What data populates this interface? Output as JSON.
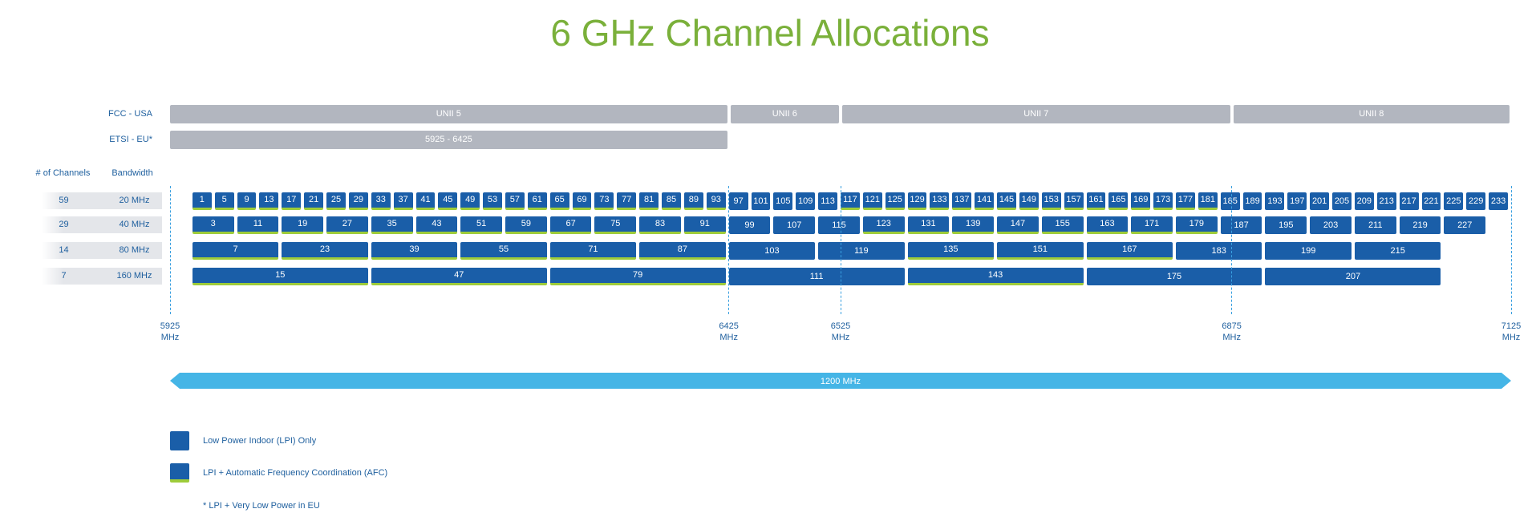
{
  "title": "6 GHz Channel Allocations",
  "row_labels": {
    "fcc": "FCC - USA",
    "etsi": "ETSI - EU*",
    "num_channels": "# of Channels",
    "bandwidth": "Bandwidth"
  },
  "fcc_bands": [
    {
      "label": "UNII 5",
      "start": 5925,
      "end": 6425
    },
    {
      "label": "UNII 6",
      "start": 6425,
      "end": 6525
    },
    {
      "label": "UNII 7",
      "start": 6525,
      "end": 6875
    },
    {
      "label": "UNII 8",
      "start": 6875,
      "end": 7125
    }
  ],
  "etsi_band": {
    "label": "5925 - 6425",
    "start": 5925,
    "end": 6425
  },
  "channel_rows": [
    {
      "count": "59",
      "bandwidth": "20 MHz",
      "width_mhz": 20,
      "channels": [
        1,
        5,
        9,
        13,
        17,
        21,
        25,
        29,
        33,
        37,
        41,
        45,
        49,
        53,
        57,
        61,
        65,
        69,
        73,
        77,
        81,
        85,
        89,
        93,
        97,
        101,
        105,
        109,
        113,
        117,
        121,
        125,
        129,
        133,
        137,
        141,
        145,
        149,
        153,
        157,
        161,
        165,
        169,
        173,
        177,
        181,
        185,
        189,
        193,
        197,
        201,
        205,
        209,
        213,
        217,
        221,
        225,
        229,
        233
      ]
    },
    {
      "count": "29",
      "bandwidth": "40 MHz",
      "width_mhz": 40,
      "channels": [
        3,
        11,
        19,
        27,
        35,
        43,
        51,
        59,
        67,
        75,
        83,
        91,
        99,
        107,
        115,
        123,
        131,
        139,
        147,
        155,
        163,
        171,
        179,
        187,
        195,
        203,
        211,
        219,
        227
      ]
    },
    {
      "count": "14",
      "bandwidth": "80 MHz",
      "width_mhz": 80,
      "channels": [
        7,
        23,
        39,
        55,
        71,
        87,
        103,
        119,
        135,
        151,
        167,
        183,
        199,
        215
      ]
    },
    {
      "count": "7",
      "bandwidth": "160 MHz",
      "width_mhz": 160,
      "channels": [
        15,
        47,
        79,
        111,
        143,
        175,
        207
      ]
    }
  ],
  "afc_ranges": [
    [
      5925,
      6425
    ],
    [
      6525,
      6875
    ]
  ],
  "freq_markers": [
    {
      "value": 5925,
      "label": "5925",
      "unit": "MHz"
    },
    {
      "value": 6425,
      "label": "6425",
      "unit": "MHz"
    },
    {
      "value": 6525,
      "label": "6525",
      "unit": "MHz"
    },
    {
      "value": 6875,
      "label": "6875",
      "unit": "MHz"
    },
    {
      "value": 7125,
      "label": "7125",
      "unit": "MHz"
    }
  ],
  "span_label": "1200 MHz",
  "legend": {
    "lpi": "Low Power Indoor (LPI) Only",
    "afc": "LPI + Automatic Frequency Coordination (AFC)",
    "note": "* LPI + Very Low Power in EU"
  },
  "colors": {
    "title": "#7ab03a",
    "channel": "#1a5ea8",
    "afc_bar": "#9ecc3a",
    "band": "#b2b6bf",
    "span_arrow": "#45b5e6",
    "label": "#1e5f9e"
  }
}
